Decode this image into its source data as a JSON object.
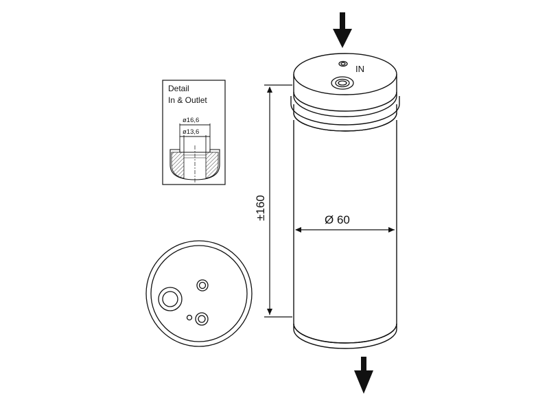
{
  "colors": {
    "line": "#111111",
    "body_fill": "#ffffff",
    "background": "#ffffff",
    "hatch": "#444444"
  },
  "labels": {
    "inlet": "IN",
    "detail_title_line1": "Detail",
    "detail_title_line2": "In & Outlet",
    "outer_diameter_dim": "ø16,6",
    "inner_diameter_dim": "ø13,6",
    "height_dim": "±160",
    "diameter_dim": "Ø 60"
  },
  "icons": {
    "inflow": "arrow-down-icon",
    "outflow": "arrow-down-icon"
  }
}
